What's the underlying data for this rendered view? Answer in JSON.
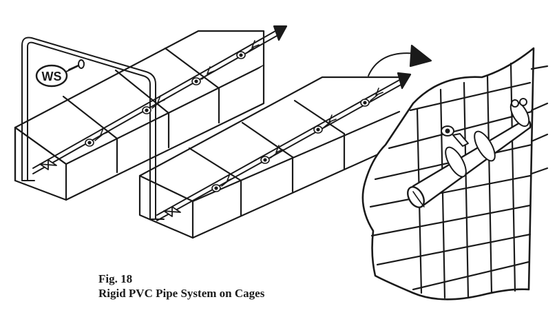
{
  "figure": {
    "number": "Fig. 18",
    "title": "Rigid PVC Pipe System on Cages"
  },
  "labels": {
    "water_supply": "WS"
  },
  "icons": [
    "flow-arrow-icon",
    "valve-icon",
    "nozzle-icon",
    "curved-arrow-icon",
    "pipe-clamp-icon"
  ],
  "colors": {
    "line": "#1a1a1a",
    "fill": "#ffffff"
  }
}
